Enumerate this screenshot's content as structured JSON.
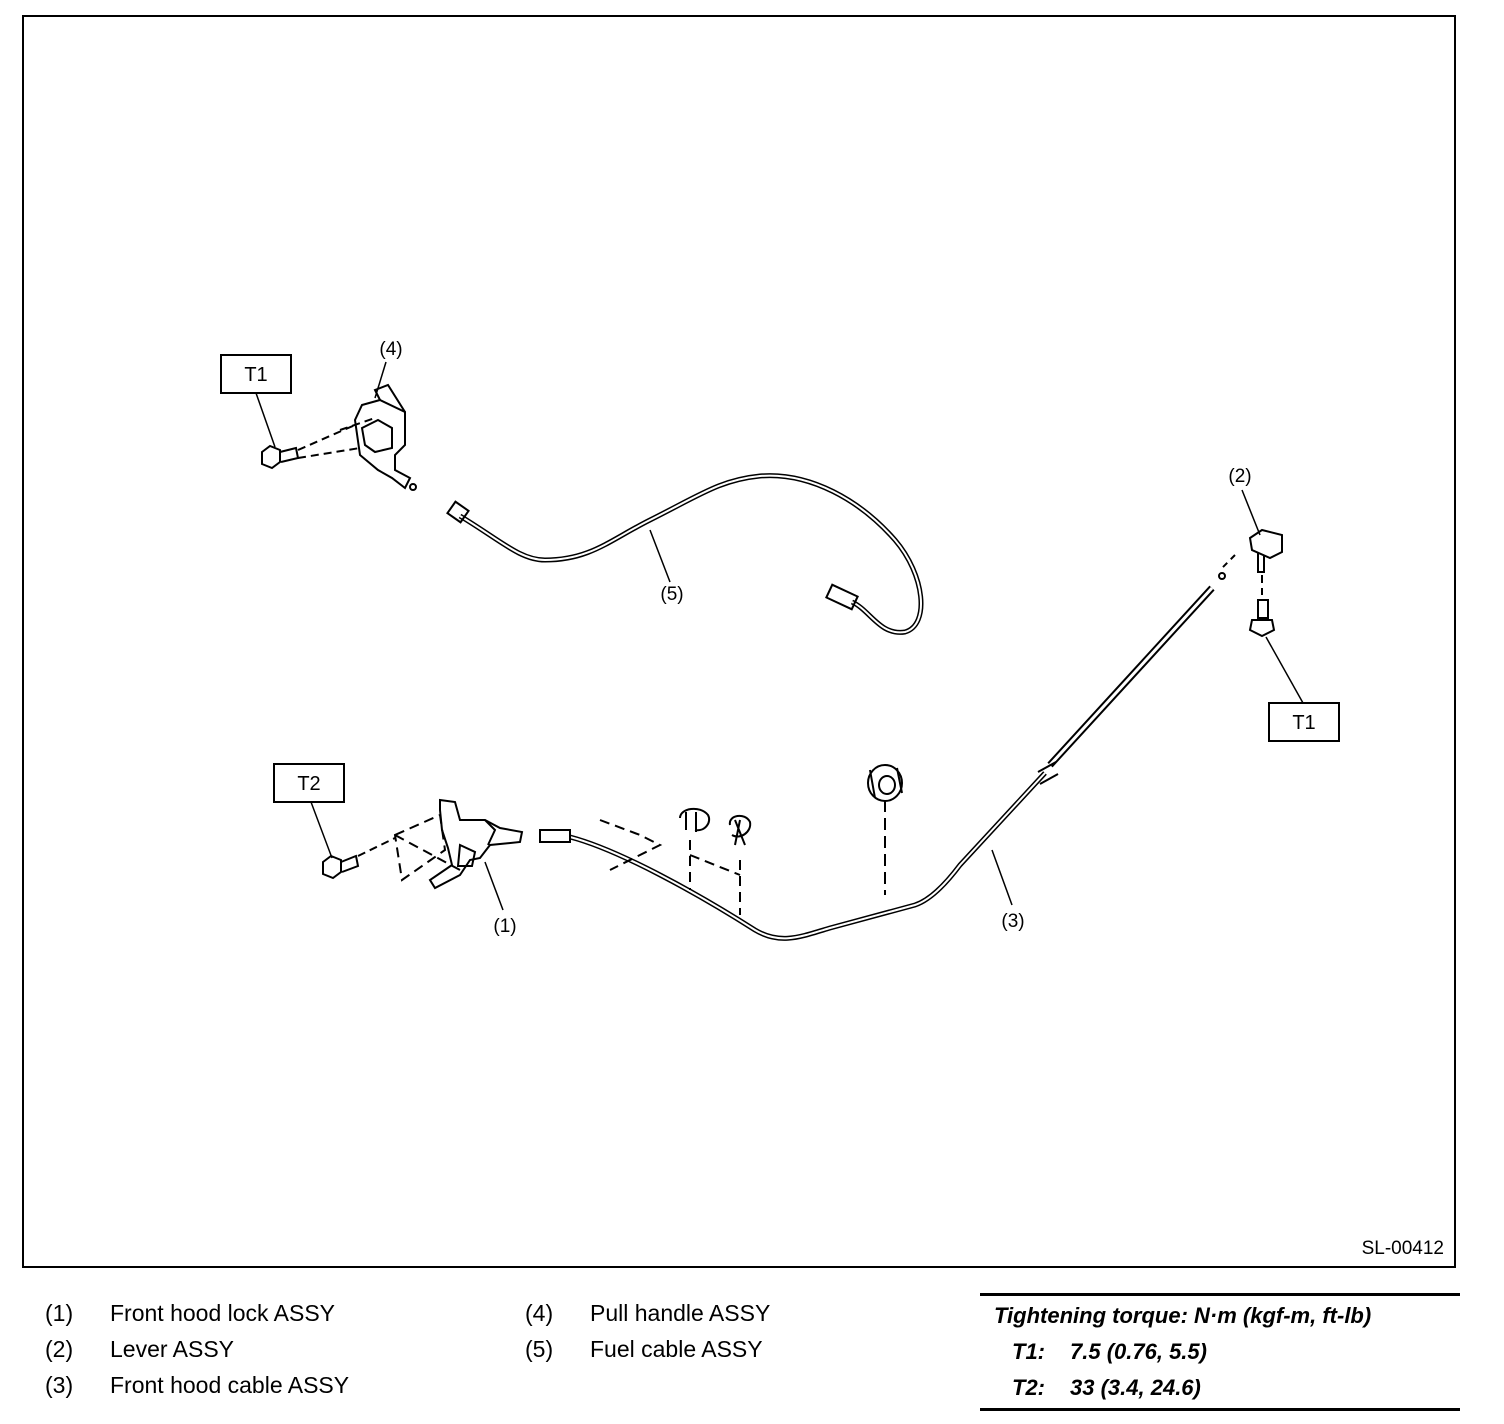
{
  "figure_id": "SL-00412",
  "callouts": {
    "c1": "(1)",
    "c2": "(2)",
    "c3": "(3)",
    "c4": "(4)",
    "c5": "(5)"
  },
  "torque_boxes": {
    "t1_left": "T1",
    "t1_right": "T1",
    "t2": "T2"
  },
  "legend": {
    "left": [
      {
        "num": "(1)",
        "label": "Front hood lock ASSY"
      },
      {
        "num": "(2)",
        "label": "Lever ASSY"
      },
      {
        "num": "(3)",
        "label": "Front hood cable ASSY"
      }
    ],
    "mid": [
      {
        "num": "(4)",
        "label": "Pull handle ASSY"
      },
      {
        "num": "(5)",
        "label": "Fuel cable ASSY"
      }
    ]
  },
  "torque_table": {
    "title": "Tightening torque: N·m (kgf-m, ft-lb)",
    "rows": [
      {
        "key": "T1:",
        "value": "7.5 (0.76, 5.5)"
      },
      {
        "key": "T2:",
        "value": "33 (3.4, 24.6)"
      }
    ]
  }
}
